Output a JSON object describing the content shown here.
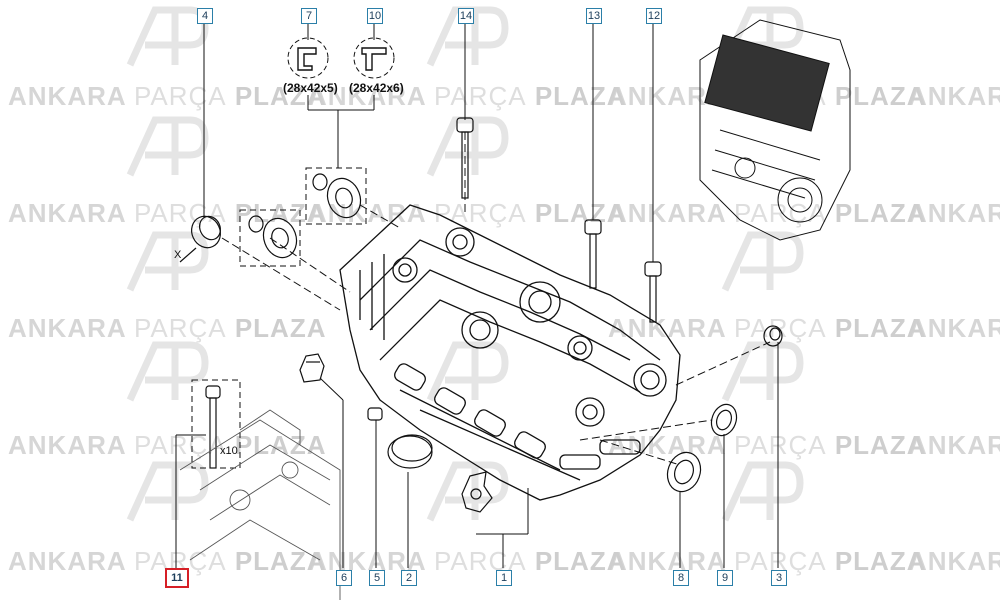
{
  "watermark": {
    "word1": "ANKARA",
    "word2": "PARÇA",
    "word3": "PLAZA",
    "logo": "AP"
  },
  "seal_profiles": [
    {
      "ref": "7",
      "size": "(28x42x5)"
    },
    {
      "ref": "10",
      "size": "(28x42x6)"
    }
  ],
  "callouts": [
    {
      "id": "4",
      "label": "4",
      "selected": false
    },
    {
      "id": "7",
      "label": "7",
      "selected": false
    },
    {
      "id": "10",
      "label": "10",
      "selected": false
    },
    {
      "id": "14",
      "label": "14",
      "selected": false
    },
    {
      "id": "13",
      "label": "13",
      "selected": false
    },
    {
      "id": "12",
      "label": "12",
      "selected": false
    },
    {
      "id": "11",
      "label": "11",
      "selected": true
    },
    {
      "id": "6",
      "label": "6",
      "selected": false
    },
    {
      "id": "5",
      "label": "5",
      "selected": false
    },
    {
      "id": "2",
      "label": "2",
      "selected": false
    },
    {
      "id": "1",
      "label": "1",
      "selected": false
    },
    {
      "id": "8",
      "label": "8",
      "selected": false
    },
    {
      "id": "9",
      "label": "9",
      "selected": false
    },
    {
      "id": "3",
      "label": "3",
      "selected": false
    }
  ],
  "annotations": {
    "dimension_x": "X",
    "bolt_quantity": "x10"
  },
  "colors": {
    "callout_border": "#2b7fa8",
    "selected_border": "#d61f26",
    "watermark": "#cfcfcf",
    "line": "#111111"
  }
}
